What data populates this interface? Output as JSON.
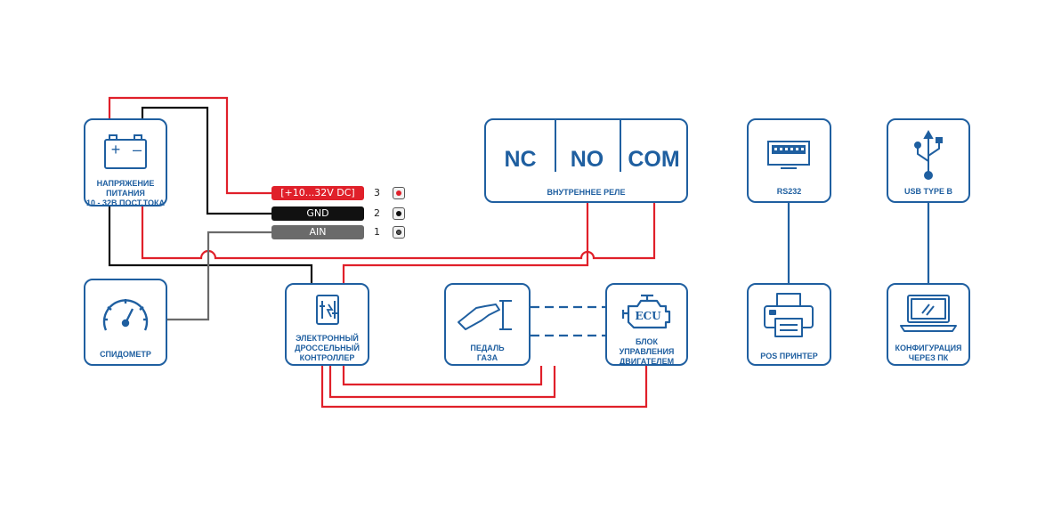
{
  "colors": {
    "blue": "#1f5fa0",
    "red": "#e0202a",
    "black": "#111111",
    "gray": "#6a6a6a"
  },
  "power": {
    "label": "НАПРЯЖЕНИЕ ПИТАНИЯ\n10 - 32В ПОСТ.ТОКА",
    "plus": "+",
    "minus": "–"
  },
  "pins": [
    {
      "label": "[+10...32V DC]",
      "num": "3"
    },
    {
      "label": "GND",
      "num": "2"
    },
    {
      "label": "AIN",
      "num": "1"
    }
  ],
  "relay": {
    "nc": "NC",
    "no": "NO",
    "com": "COM",
    "label": "ВНУТРЕННЕЕ РЕЛЕ"
  },
  "rs232": {
    "label": "RS232"
  },
  "usb": {
    "label": "USB TYPE B"
  },
  "speedometer": {
    "label": "СПИДОМЕТР"
  },
  "throttle": {
    "label": "ЭЛЕКТРОННЫЙ\nДРОССЕЛЬНЫЙ\nКОНТРОЛЛЕР"
  },
  "pedal": {
    "label": "ПЕДАЛЬ\nГАЗА"
  },
  "ecu": {
    "label": "БЛОК\nУПРАВЛЕНИЯ\nДВИГАТЕЛЕМ",
    "icon_text": "ECU"
  },
  "printer": {
    "label": "POS ПРИНТЕР"
  },
  "pc": {
    "label": "КОНФИГУРАЦИЯ\nЧЕРЕЗ ПК"
  }
}
